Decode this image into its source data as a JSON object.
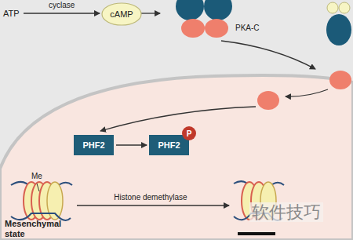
{
  "diagram": {
    "nodes": [
      {
        "text": [
          "cAMP"
        ]
      },
      {
        "text": [
          "PHF2"
        ]
      },
      {
        "text": [
          "PHF2"
        ]
      },
      {
        "text": [
          "P"
        ],
        "in": 2
      }
    ],
    "edges": [
      {
        "from": 1,
        "to": 2,
        "arrow": "to"
      }
    ],
    "labels": [
      "ATP",
      "cyclase",
      "PKA-C",
      "Me",
      "Mesenchymal state",
      "Histone demethylase",
      "软件技巧"
    ]
  }
}
